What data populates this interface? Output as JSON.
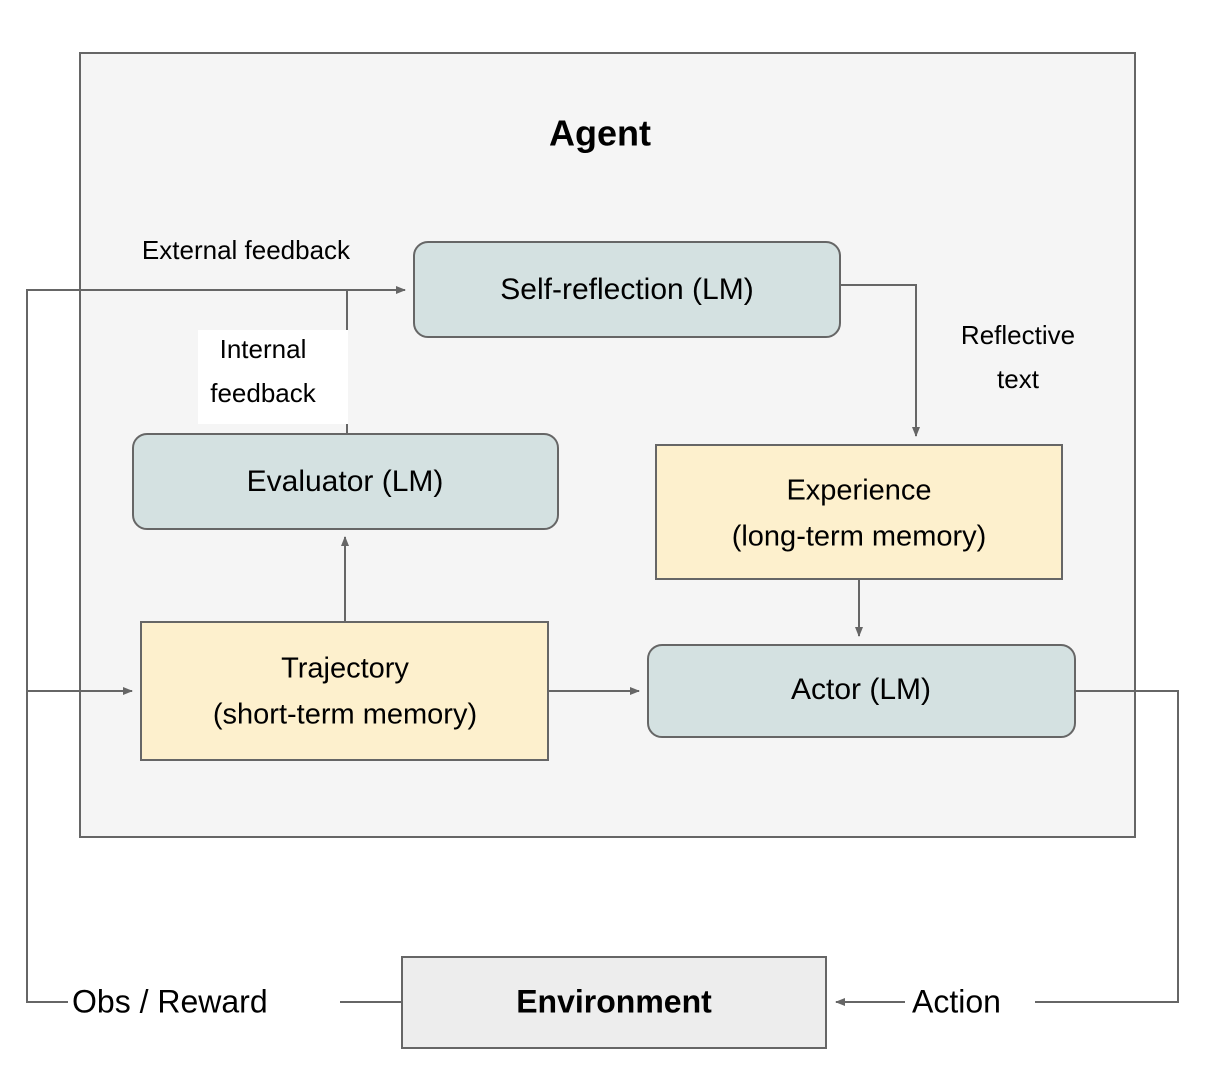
{
  "diagram": {
    "title": "Agent",
    "colors": {
      "agent_container_fill": "#f5f5f5",
      "lm_node_fill": "#d4e1e1",
      "memory_node_fill": "#fdf0cd",
      "environment_fill": "#ededed",
      "stroke": "#666666",
      "text": "#000000"
    },
    "nodes": {
      "self_reflection": {
        "label": "Self-reflection (LM)",
        "shape": "rounded-rect",
        "fill": "#d4e1e1"
      },
      "evaluator": {
        "label": "Evaluator (LM)",
        "shape": "rounded-rect",
        "fill": "#d4e1e1"
      },
      "actor": {
        "label": "Actor (LM)",
        "shape": "rounded-rect",
        "fill": "#d4e1e1"
      },
      "experience": {
        "label_line1": "Experience",
        "label_line2": "(long-term memory)",
        "shape": "rect",
        "fill": "#fdf0cd"
      },
      "trajectory": {
        "label_line1": "Trajectory",
        "label_line2": "(short-term memory)",
        "shape": "rect",
        "fill": "#fdf0cd"
      },
      "environment": {
        "label": "Environment",
        "shape": "rect",
        "fill": "#ededed"
      }
    },
    "edge_labels": {
      "external_feedback": "External feedback",
      "internal_feedback_line1": "Internal",
      "internal_feedback_line2": "feedback",
      "reflective_text_line1": "Reflective",
      "reflective_text_line2": "text",
      "obs_reward": "Obs / Reward",
      "action": "Action"
    }
  }
}
